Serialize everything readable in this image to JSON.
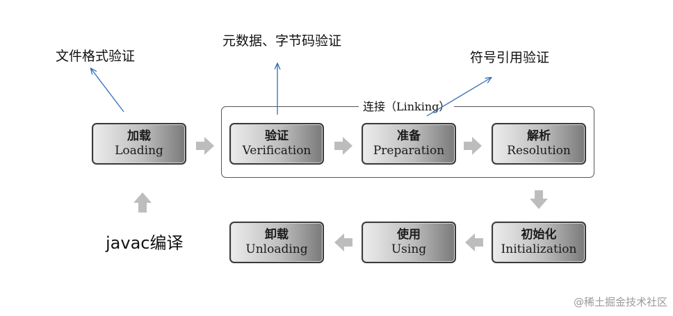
{
  "annotations": {
    "loading_note": "文件格式验证",
    "verification_note": "元数据、字节码验证",
    "preparation_note": "符号引用验证"
  },
  "linking_label": "连接（Linking）",
  "stages": {
    "loading": {
      "zh": "加载",
      "en": "Loading"
    },
    "verification": {
      "zh": "验证",
      "en": "Verification"
    },
    "preparation": {
      "zh": "准备",
      "en": "Preparation"
    },
    "resolution": {
      "zh": "解析",
      "en": "Resolution"
    },
    "initialization": {
      "zh": "初始化",
      "en": "Initialization"
    },
    "using": {
      "zh": "使用",
      "en": "Using"
    },
    "unloading": {
      "zh": "卸载",
      "en": "Unloading"
    }
  },
  "javac_label": "javac编译",
  "watermark": "@稀土掘金技术社区",
  "colors": {
    "annotation_arrow": "#2e6db5",
    "flow_arrow": "#bdbdbd",
    "box_border": "#3a3a3a"
  }
}
